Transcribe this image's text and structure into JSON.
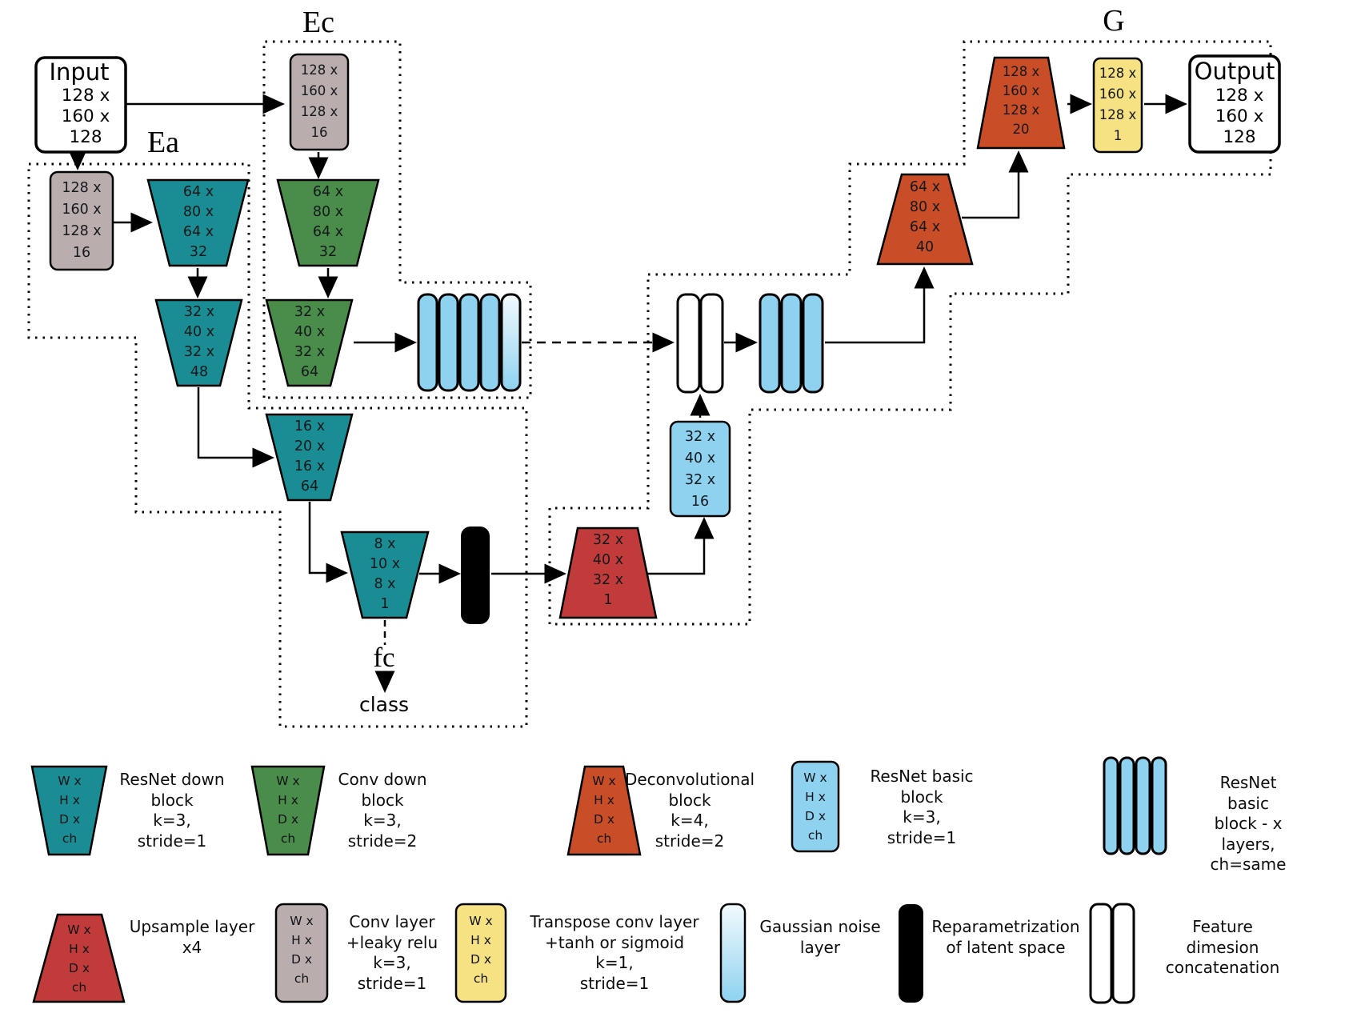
{
  "labels": {
    "ea": "Ea",
    "ec": "Ec",
    "g": "G",
    "fc": "fc",
    "class_out": "class"
  },
  "colors": {
    "teal": "#1a8c93",
    "green": "#4a8c49",
    "orange": "#c94d27",
    "red": "#c23b3b",
    "blue": "#8ed2f0",
    "yellow": "#f6e183",
    "gray": "#b9adad",
    "black": "#000000",
    "white": "#ffffff",
    "noise_light": "#f2fafd"
  },
  "nodes": {
    "input": {
      "title": "Input",
      "dims": [
        "128 x",
        "160 x",
        "128"
      ]
    },
    "output": {
      "title": "Output",
      "dims": [
        "128 x",
        "160 x",
        "128"
      ]
    },
    "ea_gray": {
      "dims": [
        "128 x",
        "160 x",
        "128 x",
        "16"
      ]
    },
    "ec_gray": {
      "dims": [
        "128 x",
        "160 x",
        "128 x",
        "16"
      ]
    },
    "ea_down1": {
      "dims": [
        "64 x",
        "80 x",
        "64 x",
        "32"
      ]
    },
    "ea_down2": {
      "dims": [
        "32 x",
        "40 x",
        "32 x",
        "48"
      ]
    },
    "ea_down3": {
      "dims": [
        "16 x",
        "20 x",
        "16 x",
        "64"
      ]
    },
    "ea_down4": {
      "dims": [
        "8 x",
        "10 x",
        "8 x",
        "1"
      ]
    },
    "ec_conv1": {
      "dims": [
        "64 x",
        "80 x",
        "64 x",
        "32"
      ]
    },
    "ec_conv2": {
      "dims": [
        "32 x",
        "40 x",
        "32 x",
        "64"
      ]
    },
    "deconv_small": {
      "dims": [
        "32 x",
        "40 x",
        "32 x",
        "1"
      ]
    },
    "noise_box": {
      "dims": [
        "32 x",
        "40 x",
        "32 x",
        "16"
      ]
    },
    "deconv_mid": {
      "dims": [
        "64 x",
        "80 x",
        "64 x",
        "40"
      ]
    },
    "deconv_big": {
      "dims": [
        "128 x",
        "160 x",
        "128 x",
        "20"
      ]
    },
    "transpose_out": {
      "dims": [
        "128 x",
        "160 x",
        "128 x",
        "1"
      ]
    }
  },
  "legend": {
    "row1": [
      {
        "dims": [
          "W x",
          "H x",
          "D x",
          "ch"
        ],
        "label": [
          "ResNet down",
          "block",
          "k=3,",
          "stride=1"
        ]
      },
      {
        "dims": [
          "W x",
          "H x",
          "D x",
          "ch"
        ],
        "label": [
          "Conv down",
          "block",
          "k=3,",
          "stride=2"
        ]
      },
      {
        "dims": [
          "W x",
          "H x",
          "D x",
          "ch"
        ],
        "label": [
          "Deconvolutional",
          "block",
          "k=4,",
          "stride=2"
        ]
      },
      {
        "dims": [
          "W x",
          "H x",
          "D x",
          "ch"
        ],
        "label": [
          "ResNet basic",
          "block",
          "k=3,",
          "stride=1"
        ]
      },
      {
        "label": [
          "ResNet basic",
          "block - x layers,",
          "ch=same"
        ]
      }
    ],
    "row2": [
      {
        "dims": [
          "W x",
          "H x",
          "D x",
          "ch"
        ],
        "label": [
          "Upsample layer",
          "x4"
        ]
      },
      {
        "dims": [
          "W x",
          "H x",
          "D x",
          "ch"
        ],
        "label": [
          "Conv layer",
          "+leaky relu",
          "k=3,",
          "stride=1"
        ]
      },
      {
        "dims": [
          "W x",
          "H x",
          "D x",
          "ch"
        ],
        "label": [
          "Transpose conv layer",
          "+tanh or sigmoid",
          "k=1,",
          "stride=1"
        ]
      },
      {
        "label": [
          "Gaussian noise",
          "layer"
        ]
      },
      {
        "label": [
          "Reparametrization",
          "of latent space"
        ]
      },
      {
        "label": [
          "Feature dimesion",
          "concatenation"
        ]
      }
    ]
  }
}
